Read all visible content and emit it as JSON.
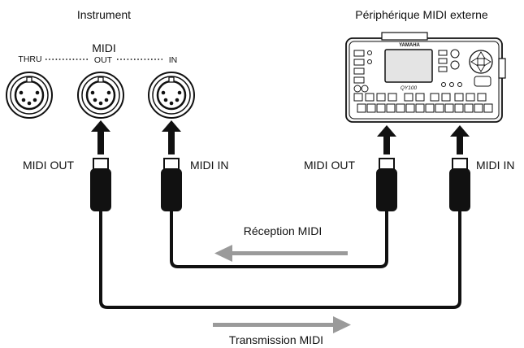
{
  "labels": {
    "instrument": "Instrument",
    "external_device": "Périphérique MIDI externe",
    "midi_group": "MIDI",
    "port_thru": "THRU",
    "port_out": "OUT",
    "port_in": "IN",
    "instrument_cable_out": "MIDI OUT",
    "instrument_cable_in": "MIDI IN",
    "device_cable_out": "MIDI OUT",
    "device_cable_in": "MIDI IN",
    "reception": "Réception MIDI",
    "transmission": "Transmission MIDI"
  },
  "device": {
    "brand": "YAMAHA",
    "model": "QY100"
  },
  "colors": {
    "line": "#111111",
    "flow_arrow": "#9a9a9a",
    "background": "#ffffff"
  }
}
